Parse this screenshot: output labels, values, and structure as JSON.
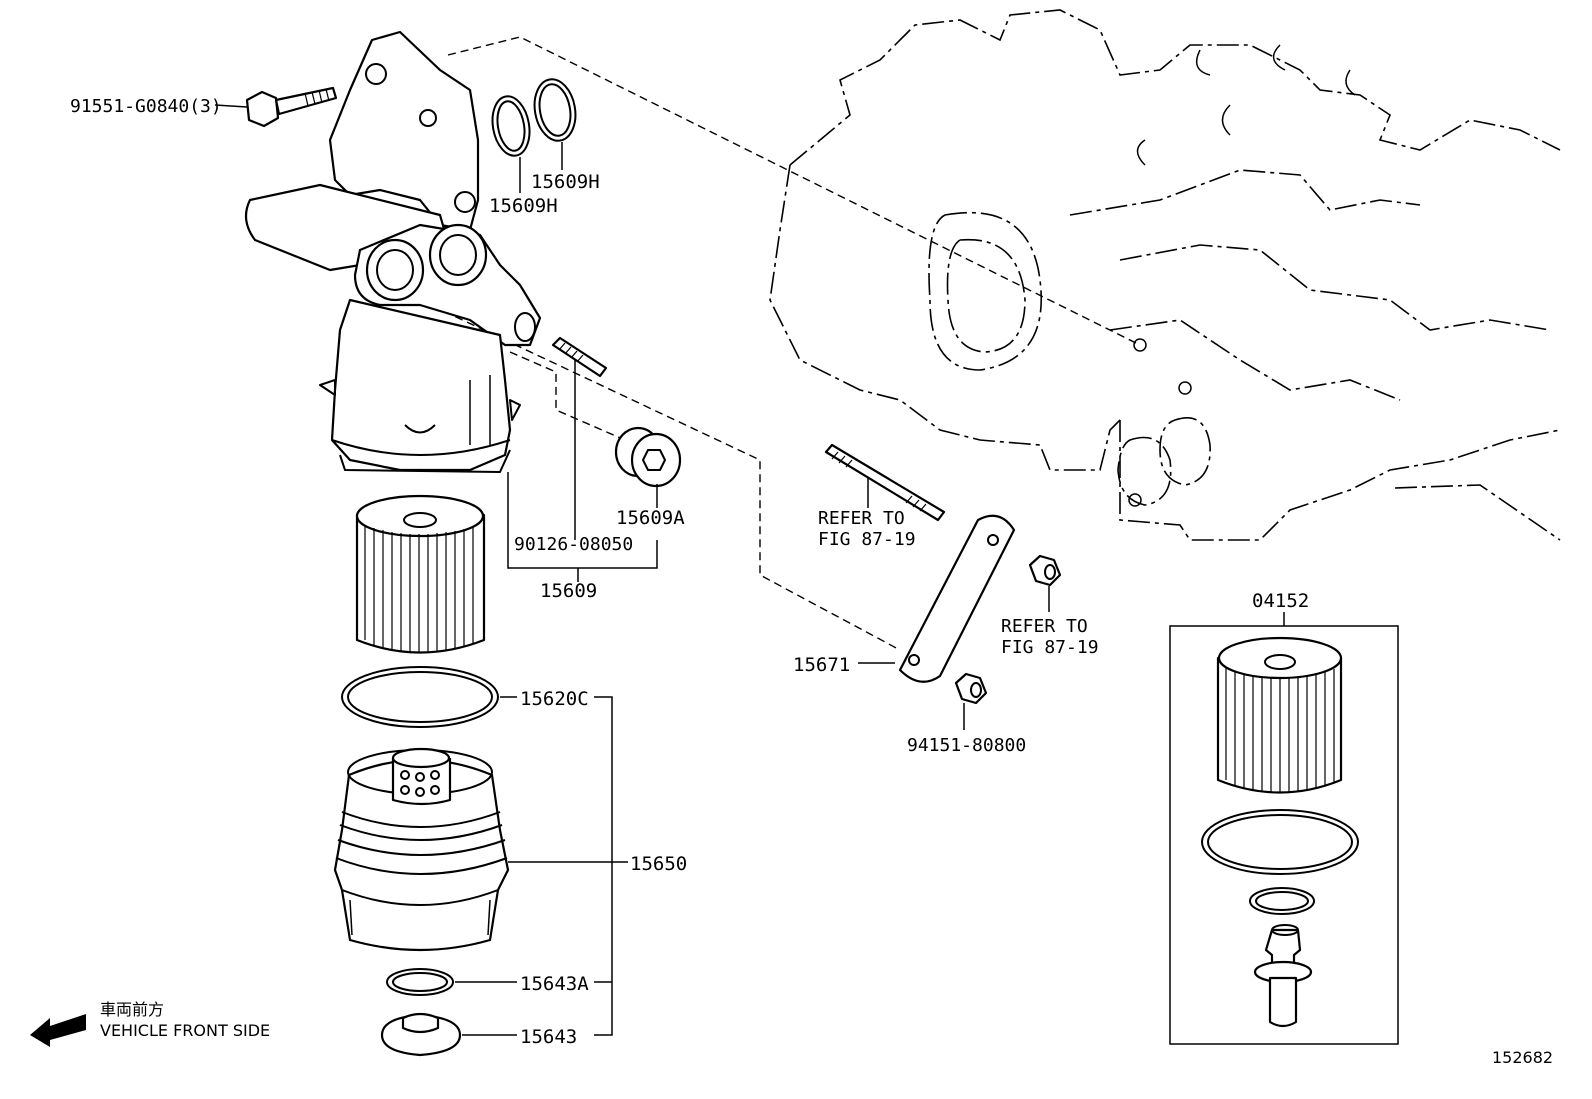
{
  "diagram": {
    "labels": {
      "bolt": "91551-G0840(3)",
      "gasket_a": "15609H",
      "gasket_b": "15609H",
      "plug": "15609A",
      "stud_part": "90126-08050",
      "housing_assy": "15609",
      "refer_stud_line1": "REFER TO",
      "refer_stud_line2": "FIG 87-19",
      "bracket": "15671",
      "refer_nut_line1": "REFER TO",
      "refer_nut_line2": "FIG 87-19",
      "nut": "94151-80800",
      "oring_big": "15620C",
      "cap": "15650",
      "oring_small": "15643A",
      "drain_plug": "15643",
      "kit": "04152",
      "front_jp": "車両前方",
      "front_en": "VEHICLE FRONT SIDE",
      "figure_no": "152682"
    }
  }
}
